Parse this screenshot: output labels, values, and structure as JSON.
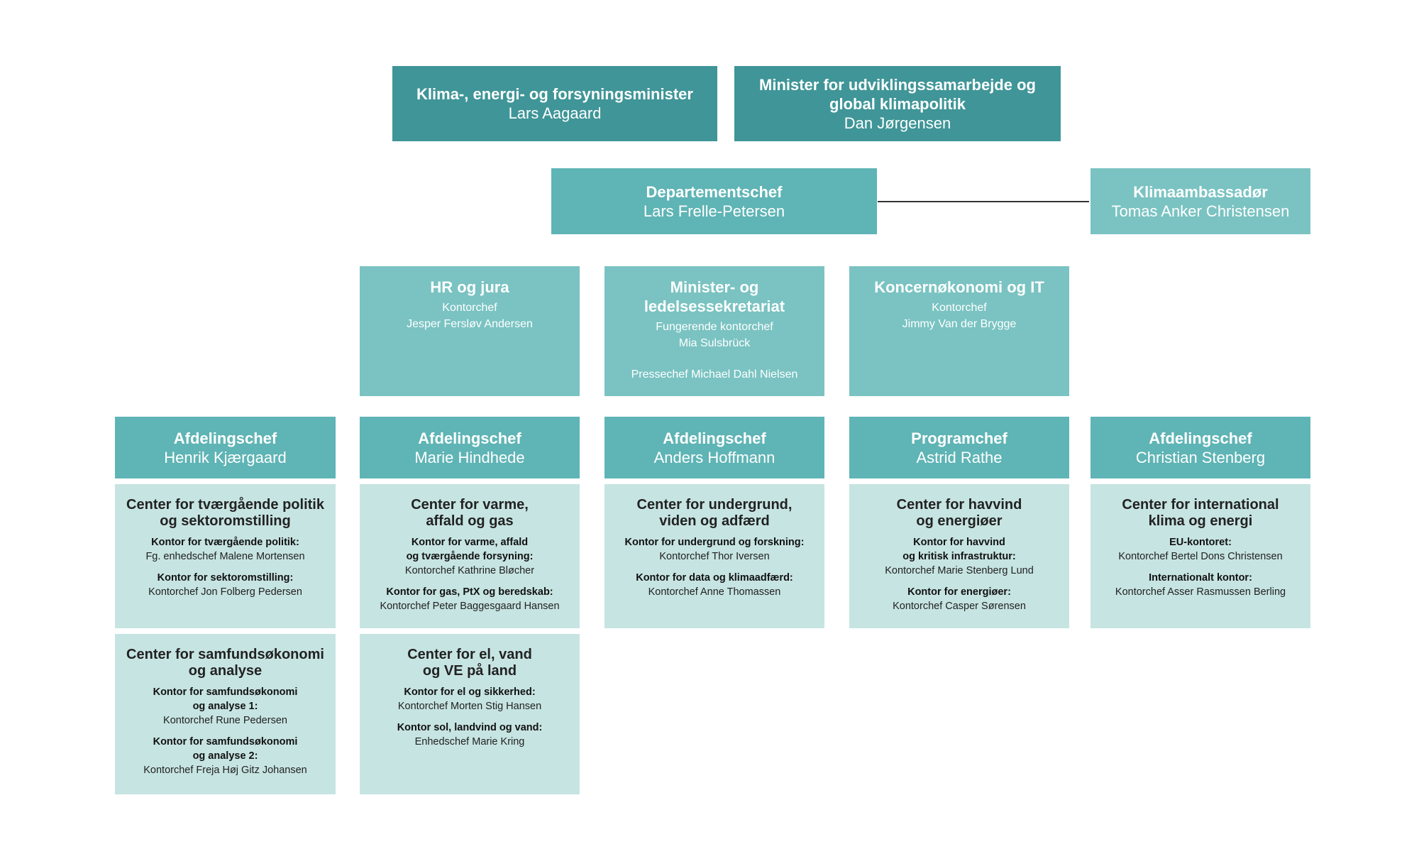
{
  "ministers": [
    {
      "title": "Klima-, energi- og forsyningsminister",
      "name": "Lars Aagaard"
    },
    {
      "title": "Minister for udviklingssamarbejde og global klimapolitik",
      "name": "Dan Jørgensen"
    }
  ],
  "secretary": {
    "title": "Departementschef",
    "name": "Lars Frelle-Petersen"
  },
  "ambassador": {
    "title": "Klimaambassadør",
    "name": "Tomas Anker Christensen"
  },
  "offices": [
    {
      "title": "HR og jura",
      "role": "Kontorchef",
      "name": "Jesper Fersløv Andersen"
    },
    {
      "title": "Minister- og ledelsessekretariat",
      "role": "Fungerende kontorchef",
      "name": "Mia Sulsbrück",
      "extra": "Pressechef Michael Dahl Nielsen"
    },
    {
      "title": "Koncernøkonomi og IT",
      "role": "Kontorchef",
      "name": "Jimmy Van der Brygge"
    }
  ],
  "departments": [
    {
      "title": "Afdelingschef",
      "name": "Henrik Kjærgaard"
    },
    {
      "title": "Afdelingschef",
      "name": "Marie Hindhede"
    },
    {
      "title": "Afdelingschef",
      "name": "Anders Hoffmann"
    },
    {
      "title": "Programchef",
      "name": "Astrid Rathe"
    },
    {
      "title": "Afdelingschef",
      "name": "Christian Stenberg"
    }
  ],
  "centers": [
    {
      "title": "Center for tværgående politik\nog sektoromstilling",
      "units": [
        {
          "label": "Kontor for tværgående politik:",
          "head": "Fg. enhedschef Malene Mortensen"
        },
        {
          "label": "Kontor for sektoromstilling:",
          "head": "Kontorchef Jon Folberg Pedersen"
        }
      ]
    },
    {
      "title": "Center for varme,\naffald og gas",
      "units": [
        {
          "label": "Kontor for varme, affald\nog tværgående forsyning:",
          "head": "Kontorchef Kathrine Bløcher"
        },
        {
          "label": "Kontor for gas, PtX og beredskab:",
          "head": "Kontorchef Peter Baggesgaard Hansen"
        }
      ]
    },
    {
      "title": "Center for undergrund,\nviden og adfærd",
      "units": [
        {
          "label": "Kontor for undergrund og forskning:",
          "head": "Kontorchef Thor Iversen"
        },
        {
          "label": "Kontor for data og klimaadfærd:",
          "head": "Kontorchef Anne Thomassen"
        }
      ]
    },
    {
      "title": "Center for havvind\nog energiøer",
      "units": [
        {
          "label": "Kontor for havvind\nog kritisk infrastruktur:",
          "head": "Kontorchef Marie Stenberg Lund"
        },
        {
          "label": "Kontor for energiøer:",
          "head": "Kontorchef Casper Sørensen"
        }
      ]
    },
    {
      "title": "Center for international\nklima og energi",
      "units": [
        {
          "label": "EU-kontoret:",
          "head": "Kontorchef Bertel Dons Christensen"
        },
        {
          "label": "Internationalt kontor:",
          "head": "Kontorchef Asser Rasmussen Berling"
        }
      ]
    },
    {
      "title": "Center for samfundsøkonomi\nog analyse",
      "units": [
        {
          "label": "Kontor for samfundsøkonomi\nog analyse 1:",
          "head": "Kontorchef Rune Pedersen"
        },
        {
          "label": "Kontor for samfundsøkonomi\nog analyse 2:",
          "head": "Kontorchef Freja Høj Gitz Johansen"
        }
      ]
    },
    {
      "title": "Center for el, vand\nog VE på land",
      "units": [
        {
          "label": "Kontor for el og sikkerhed:",
          "head": "Kontorchef Morten Stig Hansen"
        },
        {
          "label": "Kontor sol, landvind og vand:",
          "head": "Enhedschef Marie Kring"
        }
      ]
    }
  ]
}
